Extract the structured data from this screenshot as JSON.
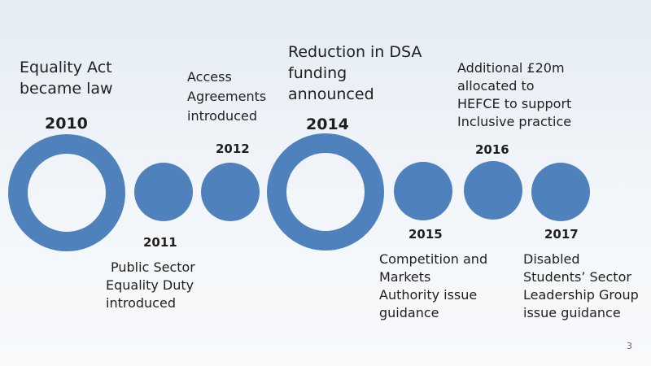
{
  "timeline": {
    "events": [
      {
        "year": "2010",
        "lines": [
          "Equality Act",
          "became law"
        ]
      },
      {
        "year": "2011",
        "lines": [
          "Public Sector",
          "Equality Duty",
          "introduced"
        ]
      },
      {
        "year": "2012",
        "lines": [
          "Access",
          "Agreements",
          "introduced"
        ]
      },
      {
        "year": "2014",
        "lines": [
          "Reduction in DSA",
          "funding",
          "announced"
        ]
      },
      {
        "year": "2015",
        "lines": [
          "Competition and",
          "Markets",
          "Authority issue",
          "guidance"
        ]
      },
      {
        "year": "2016",
        "lines": [
          "Additional £20m",
          "allocated to",
          "HEFCE to support",
          "Inclusive practice"
        ]
      },
      {
        "year": "2017",
        "lines": [
          "Disabled",
          "Students’ Sector",
          "Leadership Group",
          "issue guidance"
        ]
      }
    ]
  },
  "colors": {
    "node": "#4f81bd"
  },
  "page_number": "3"
}
